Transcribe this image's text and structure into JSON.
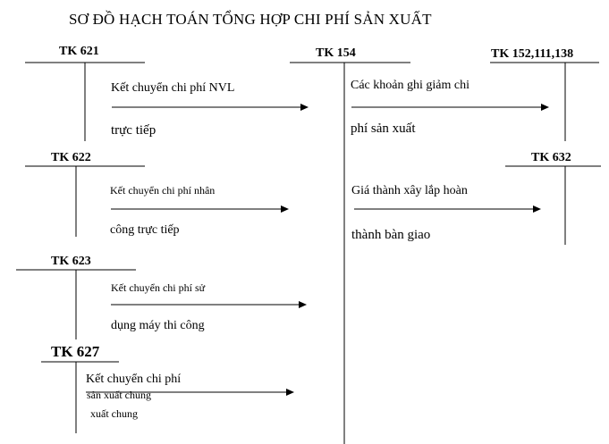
{
  "title": "SƠ ĐỒ HẠCH TOÁN TỔNG HỢP CHI PHÍ SẢN XUẤT",
  "accounts": {
    "tk621": "TK 621",
    "tk622": "TK 622",
    "tk623": "TK 623",
    "tk627": "TK 627",
    "tk154": "TK 154",
    "tk152": "TK 152,111,138",
    "tk632": "TK 632"
  },
  "flows": {
    "f621": {
      "line1": "Kết chuyển chi phí NVL",
      "line2": "trực tiếp"
    },
    "f622": {
      "line1": "Kết chuyển chi phí nhân",
      "line2": "công trực tiếp"
    },
    "f623": {
      "line1": "Kết chuyển chi phí sử",
      "line2": "dụng máy thi công"
    },
    "f627": {
      "line1": "Kết chuyển chi phí",
      "line2": "sản xuất chung",
      "line3": "xuất chung"
    },
    "f152": {
      "line1": "Các khoản ghi giảm chi",
      "line2": "phí sản xuất"
    },
    "f632": {
      "line1": "Giá thành xây lắp hoàn",
      "line2": "thành bàn giao"
    }
  },
  "line_color": "#000000"
}
